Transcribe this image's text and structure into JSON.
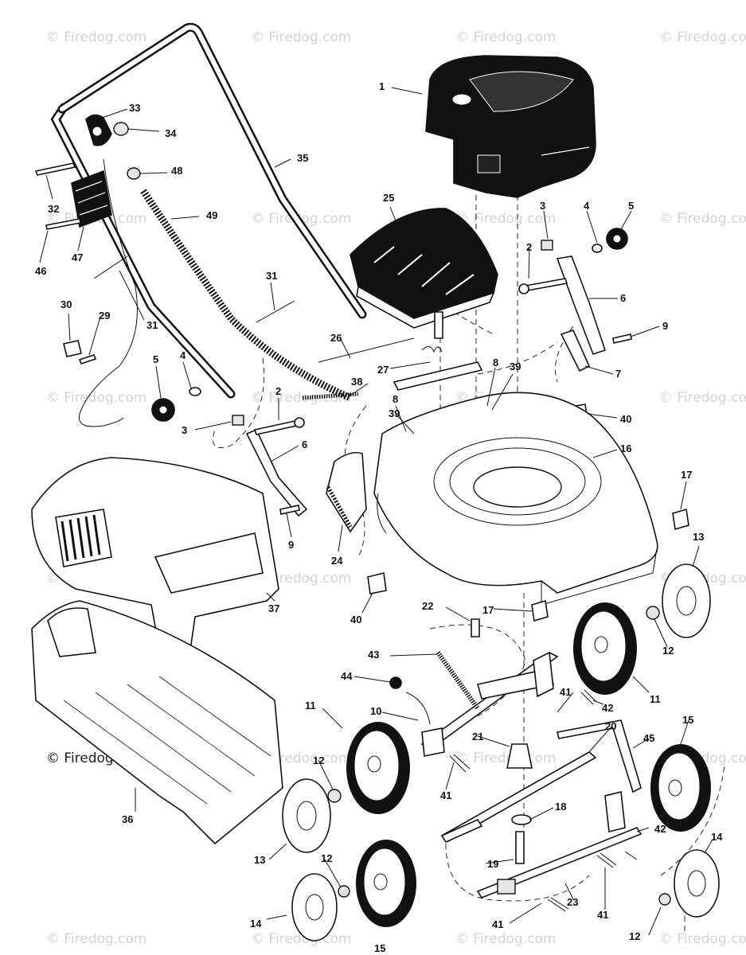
{
  "watermark": {
    "text": "© Firedog.com",
    "prominent_text": "© Firedog.com"
  },
  "labels": [
    {
      "id": "1",
      "text": "1"
    },
    {
      "id": "2a",
      "text": "2"
    },
    {
      "id": "2b",
      "text": "2"
    },
    {
      "id": "3a",
      "text": "3"
    },
    {
      "id": "3b",
      "text": "3"
    },
    {
      "id": "4a",
      "text": "4"
    },
    {
      "id": "4b",
      "text": "4"
    },
    {
      "id": "5a",
      "text": "5"
    },
    {
      "id": "5b",
      "text": "5"
    },
    {
      "id": "6a",
      "text": "6"
    },
    {
      "id": "6b",
      "text": "6"
    },
    {
      "id": "7",
      "text": "7"
    },
    {
      "id": "8a",
      "text": "8"
    },
    {
      "id": "8b",
      "text": "8"
    },
    {
      "id": "9a",
      "text": "9"
    },
    {
      "id": "9b",
      "text": "9"
    },
    {
      "id": "10",
      "text": "10"
    },
    {
      "id": "11a",
      "text": "11"
    },
    {
      "id": "11b",
      "text": "11"
    },
    {
      "id": "12a",
      "text": "12"
    },
    {
      "id": "12b",
      "text": "12"
    },
    {
      "id": "12c",
      "text": "12"
    },
    {
      "id": "12d",
      "text": "12"
    },
    {
      "id": "13a",
      "text": "13"
    },
    {
      "id": "13b",
      "text": "13"
    },
    {
      "id": "14a",
      "text": "14"
    },
    {
      "id": "14b",
      "text": "14"
    },
    {
      "id": "15a",
      "text": "15"
    },
    {
      "id": "15b",
      "text": "15"
    },
    {
      "id": "16",
      "text": "16"
    },
    {
      "id": "17a",
      "text": "17"
    },
    {
      "id": "17b",
      "text": "17"
    },
    {
      "id": "18",
      "text": "18"
    },
    {
      "id": "19",
      "text": "19"
    },
    {
      "id": "20",
      "text": "20"
    },
    {
      "id": "21",
      "text": "21"
    },
    {
      "id": "22",
      "text": "22"
    },
    {
      "id": "23",
      "text": "23"
    },
    {
      "id": "24",
      "text": "24"
    },
    {
      "id": "25",
      "text": "25"
    },
    {
      "id": "26",
      "text": "26"
    },
    {
      "id": "27",
      "text": "27"
    },
    {
      "id": "29",
      "text": "29"
    },
    {
      "id": "30",
      "text": "30"
    },
    {
      "id": "31a",
      "text": "31"
    },
    {
      "id": "31b",
      "text": "31"
    },
    {
      "id": "32",
      "text": "32"
    },
    {
      "id": "33",
      "text": "33"
    },
    {
      "id": "34",
      "text": "34"
    },
    {
      "id": "35",
      "text": "35"
    },
    {
      "id": "36",
      "text": "36"
    },
    {
      "id": "37",
      "text": "37"
    },
    {
      "id": "38",
      "text": "38"
    },
    {
      "id": "39a",
      "text": "39"
    },
    {
      "id": "39b",
      "text": "39"
    },
    {
      "id": "40a",
      "text": "40"
    },
    {
      "id": "40b",
      "text": "40"
    },
    {
      "id": "41a",
      "text": "41"
    },
    {
      "id": "41b",
      "text": "41"
    },
    {
      "id": "41c",
      "text": "41"
    },
    {
      "id": "41d",
      "text": "41"
    },
    {
      "id": "42a",
      "text": "42"
    },
    {
      "id": "42b",
      "text": "42"
    },
    {
      "id": "43",
      "text": "43"
    },
    {
      "id": "44",
      "text": "44"
    },
    {
      "id": "45",
      "text": "45"
    },
    {
      "id": "46",
      "text": "46"
    },
    {
      "id": "47",
      "text": "47"
    },
    {
      "id": "48",
      "text": "48"
    },
    {
      "id": "49",
      "text": "49"
    }
  ]
}
